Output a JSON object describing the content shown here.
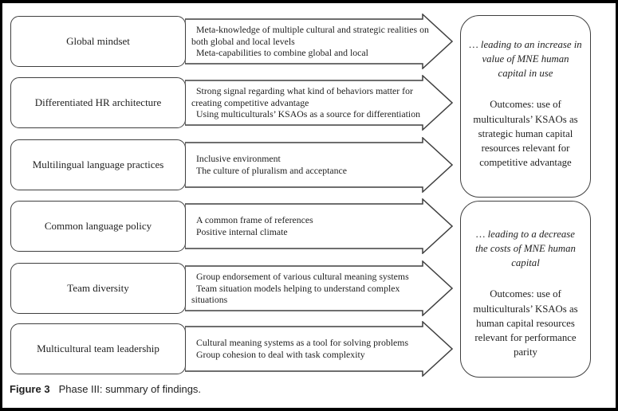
{
  "figure": {
    "caption_label": "Figure 3",
    "caption_text": "Phase III: summary of findings."
  },
  "diagram": {
    "rows": [
      {
        "label": "Global mindset",
        "items": [
          "Meta-knowledge of multiple cultural and strategic realities on both global and local levels",
          "Meta-capabilities to combine global and local"
        ]
      },
      {
        "label": "Differentiated HR architecture",
        "items": [
          "Strong signal regarding what kind of behaviors matter for creating competitive advantage",
          "Using multiculturals’ KSAOs as a source for differentiation"
        ]
      },
      {
        "label": "Multilingual language practices",
        "items": [
          "Inclusive environment",
          "The culture of pluralism and acceptance"
        ]
      },
      {
        "label": "Common language policy",
        "items": [
          "A common frame of references",
          "Positive internal climate"
        ]
      },
      {
        "label": "Team diversity",
        "items": [
          "Group endorsement of various cultural meaning systems",
          "Team situation models helping to understand complex situations"
        ]
      },
      {
        "label": "Multicultural team leadership",
        "items": [
          "Cultural meaning systems as a tool for solving problems",
          "Group cohesion to deal with task complexity"
        ]
      }
    ],
    "outcomes": [
      {
        "lead": "… leading to an increase in value of MNE human capital in use",
        "body": "Outcomes: use of multiculturals’ KSAOs as strategic human capital resources relevant for competitive advantage"
      },
      {
        "lead": "… leading to a decrease the costs of MNE human capital",
        "body": "Outcomes: use of multiculturals’ KSAOs as human capital resources relevant for performance parity"
      }
    ],
    "colors": {
      "line": "#3f3f3f",
      "text": "#1f1f1f",
      "background": "#ffffff",
      "frame": "#000000"
    }
  }
}
